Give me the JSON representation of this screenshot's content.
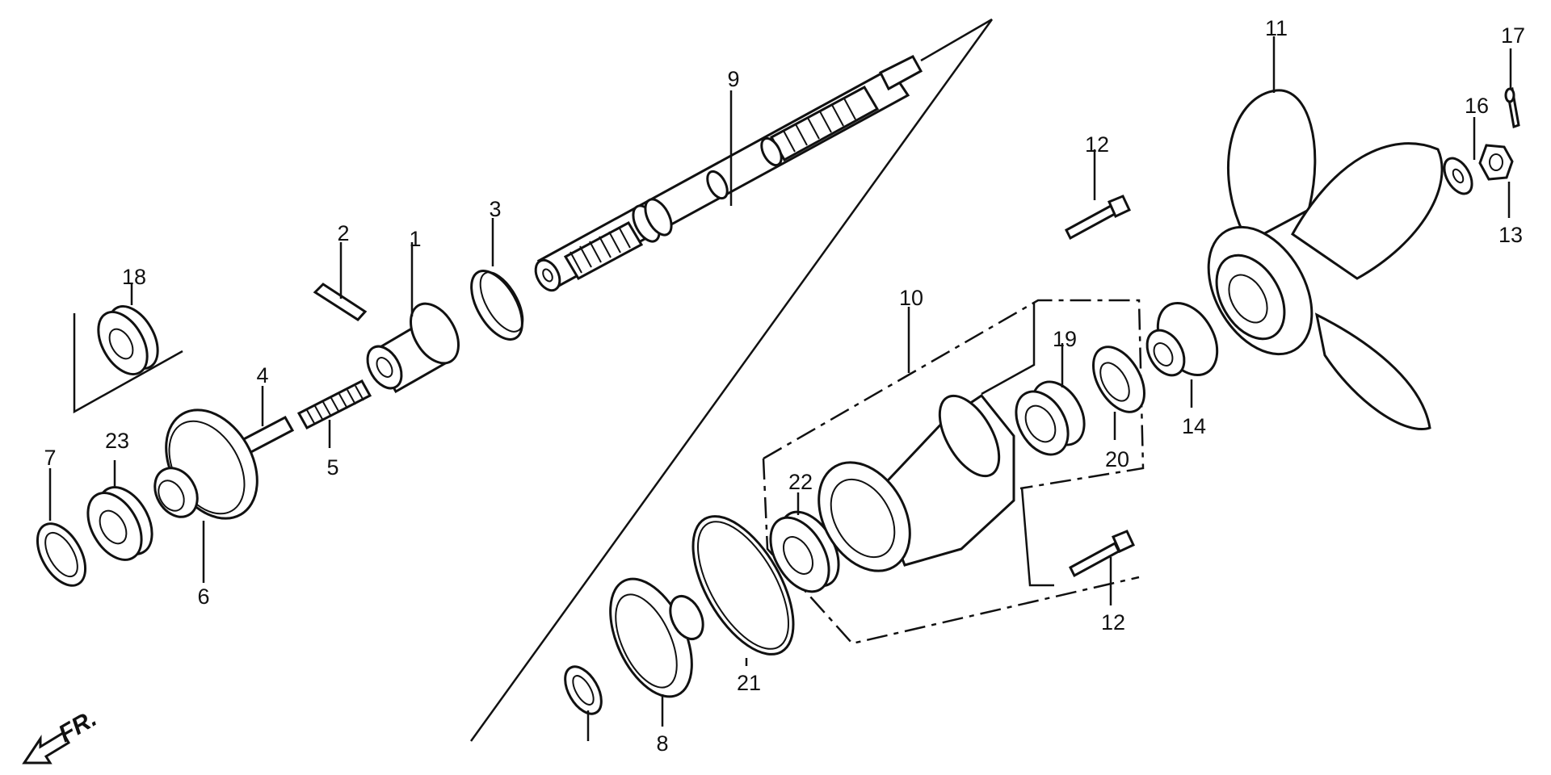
{
  "figure": {
    "direction_label": "FR.",
    "direction_icon": "front-arrow-icon"
  },
  "callouts": [
    {
      "id": "1",
      "text": "1",
      "part": "shift-dog-clutch"
    },
    {
      "id": "2",
      "text": "2",
      "part": "pin"
    },
    {
      "id": "3",
      "text": "3",
      "part": "clip-ring"
    },
    {
      "id": "4",
      "text": "4",
      "part": "pin"
    },
    {
      "id": "5",
      "text": "5",
      "part": "spring"
    },
    {
      "id": "6",
      "text": "6",
      "part": "forward-gear"
    },
    {
      "id": "7",
      "text": "7",
      "part": "shim-washer"
    },
    {
      "id": "8",
      "text": "8",
      "part": "reverse-bevel-gear"
    },
    {
      "id": "9",
      "text": "9",
      "part": "propeller-shaft"
    },
    {
      "id": "10",
      "text": "10",
      "part": "bearing-holder-assembly"
    },
    {
      "id": "11",
      "text": "11",
      "part": "propeller"
    },
    {
      "id": "12a",
      "text": "12",
      "part": "bolt-upper"
    },
    {
      "id": "12b",
      "text": "12",
      "part": "bolt-lower"
    },
    {
      "id": "13",
      "text": "13",
      "part": "castle-nut"
    },
    {
      "id": "14",
      "text": "14",
      "part": "thrust-washer"
    },
    {
      "id": "16",
      "text": "16",
      "part": "plain-washer"
    },
    {
      "id": "17",
      "text": "17",
      "part": "cotter-pin"
    },
    {
      "id": "18",
      "text": "18",
      "part": "ball-bearing"
    },
    {
      "id": "19",
      "text": "19",
      "part": "needle-bearing"
    },
    {
      "id": "20",
      "text": "20",
      "part": "oil-seal"
    },
    {
      "id": "21",
      "text": "21",
      "part": "o-ring"
    },
    {
      "id": "22",
      "text": "22",
      "part": "ball-bearing"
    },
    {
      "id": "23",
      "text": "23",
      "part": "ball-bearing"
    },
    {
      "id": "shim",
      "text": "",
      "part": "shim-washer-small"
    }
  ]
}
